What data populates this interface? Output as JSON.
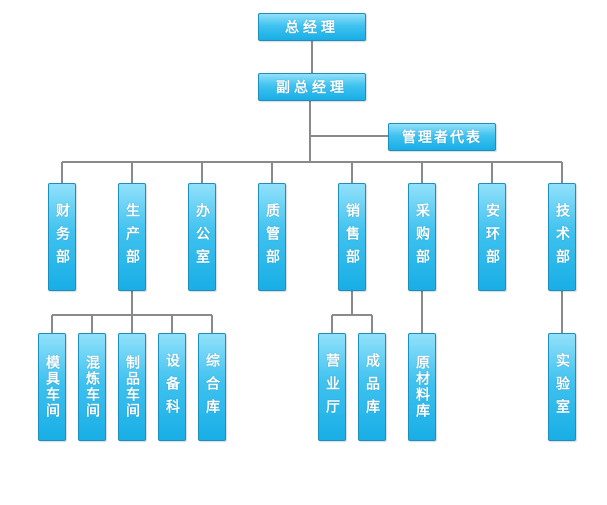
{
  "top": {
    "general_manager": "总经理",
    "deputy_manager": "副总经理",
    "management_rep": "管理者代表"
  },
  "departments": [
    {
      "id": "finance",
      "label": "财务部"
    },
    {
      "id": "production",
      "label": "生产部"
    },
    {
      "id": "office",
      "label": "办公室"
    },
    {
      "id": "quality",
      "label": "质管部"
    },
    {
      "id": "sales",
      "label": "销售部"
    },
    {
      "id": "purchasing",
      "label": "采购部"
    },
    {
      "id": "safety-env",
      "label": "安环部"
    },
    {
      "id": "technology",
      "label": "技术部"
    }
  ],
  "sub_units": [
    {
      "id": "mold-workshop",
      "label": "模具车间",
      "parent": "production"
    },
    {
      "id": "mixing-workshop",
      "label": "混炼车间",
      "parent": "production"
    },
    {
      "id": "product-workshop",
      "label": "制品车间",
      "parent": "production"
    },
    {
      "id": "equipment",
      "label": "设备科",
      "parent": "production"
    },
    {
      "id": "general-warehouse",
      "label": "综合库",
      "parent": "production"
    },
    {
      "id": "business-hall",
      "label": "营业厅",
      "parent": "sales"
    },
    {
      "id": "finished-warehouse",
      "label": "成品库",
      "parent": "sales"
    },
    {
      "id": "raw-material-warehouse",
      "label": "原材料库",
      "parent": "purchasing"
    },
    {
      "id": "laboratory",
      "label": "实验室",
      "parent": "technology"
    }
  ]
}
